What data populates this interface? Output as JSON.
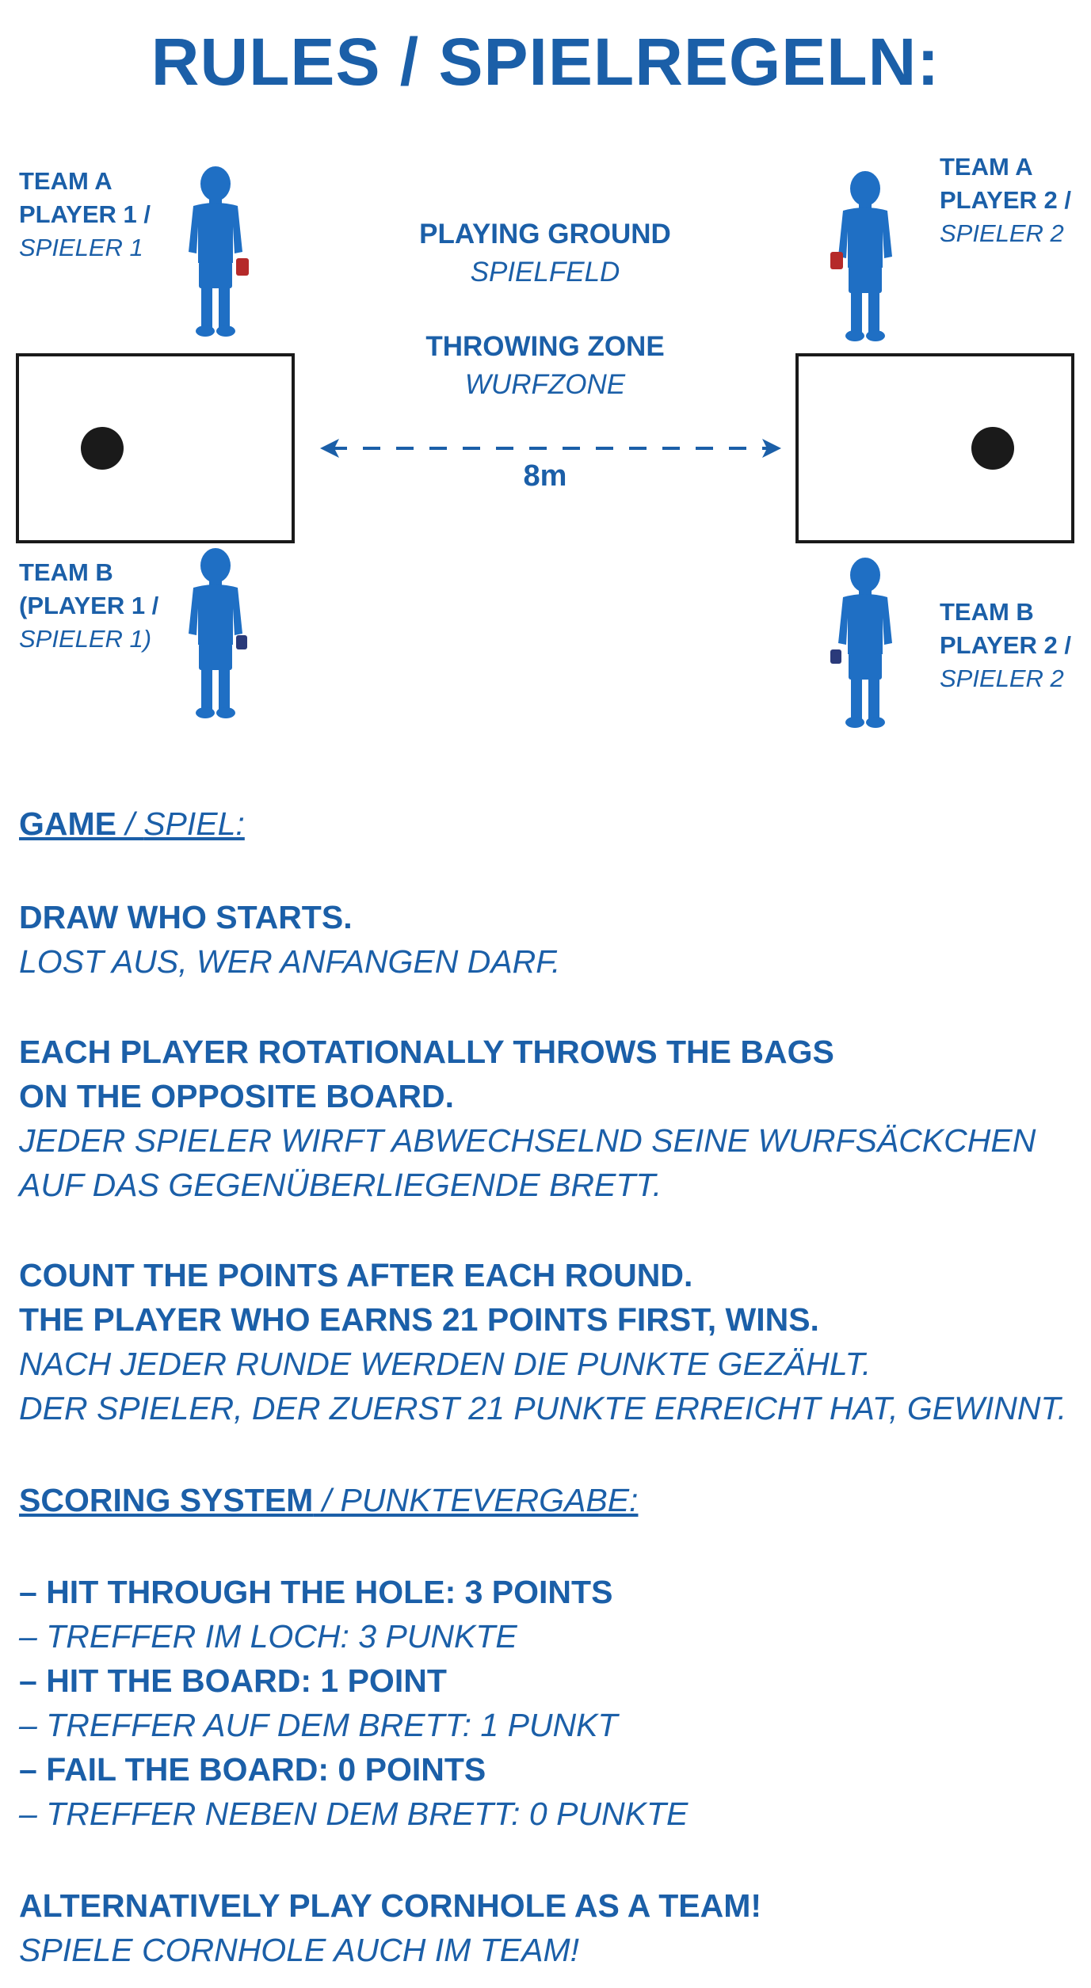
{
  "title": "RULES / SPIELREGELN:",
  "players": {
    "team_a_p1": {
      "line1": "TEAM A",
      "line2": "PLAYER 1 /",
      "line3": "SPIELER 1"
    },
    "team_a_p2": {
      "line1": "TEAM A",
      "line2": "PLAYER 2 /",
      "line3": "SPIELER 2"
    },
    "team_b_p1": {
      "line1": "TEAM B",
      "line2": "(PLAYER 1 /",
      "line3": "SPIELER 1)"
    },
    "team_b_p2": {
      "line1": "TEAM B",
      "line2": "PLAYER 2 /",
      "line3": "SPIELER 2"
    }
  },
  "field": {
    "playing_ground_en": "PLAYING GROUND",
    "playing_ground_de": "SPIELFELD",
    "throwing_zone_en": "THROWING ZONE",
    "throwing_zone_de": "WURFZONE",
    "distance": "8m"
  },
  "colors": {
    "text_blue": "#1b5fa8",
    "silhouette_blue": "#1f6fc4",
    "bag_red": "#b52a2a",
    "bag_navy": "#2a3a7a"
  },
  "game": {
    "heading_en": "GAME",
    "heading_sep": " / ",
    "heading_de": "SPIEL:",
    "p1_en": "DRAW WHO STARTS.",
    "p1_de": "LOST AUS, WER ANFANGEN DARF.",
    "p2_en1": "EACH PLAYER ROTATIONALLY THROWS THE BAGS",
    "p2_en2": "ON THE OPPOSITE BOARD.",
    "p2_de1": "JEDER SPIELER WIRFT ABWECHSELND SEINE WURFSÄCKCHEN",
    "p2_de2": "AUF DAS GEGENÜBERLIEGENDE BRETT.",
    "p3_en1": "COUNT THE POINTS AFTER EACH ROUND.",
    "p3_en2": "THE PLAYER WHO EARNS 21 POINTS FIRST, WINS.",
    "p3_de1": "NACH JEDER RUNDE WERDEN DIE PUNKTE GEZÄHLT.",
    "p3_de2": "DER SPIELER, DER ZUERST 21 PUNKTE ERREICHT HAT, GEWINNT."
  },
  "scoring": {
    "heading_en": "SCORING SYSTEM",
    "heading_sep": " / ",
    "heading_de": "PUNKTEVERGABE:",
    "r1_en": " – HIT THROUGH THE HOLE: 3 POINTS",
    "r1_de": "– TREFFER IM LOCH: 3 PUNKTE",
    "r2_en": "– HIT THE BOARD: 1 POINT",
    "r2_de": "– TREFFER AUF DEM BRETT: 1 PUNKT",
    "r3_en": "– FAIL THE BOARD: 0 POINTS",
    "r3_de": "– TREFFER NEBEN DEM BRETT: 0 PUNKTE"
  },
  "team": {
    "en": "ALTERNATIVELY PLAY CORNHOLE AS A TEAM!",
    "de": "SPIELE CORNHOLE AUCH IM TEAM!"
  }
}
